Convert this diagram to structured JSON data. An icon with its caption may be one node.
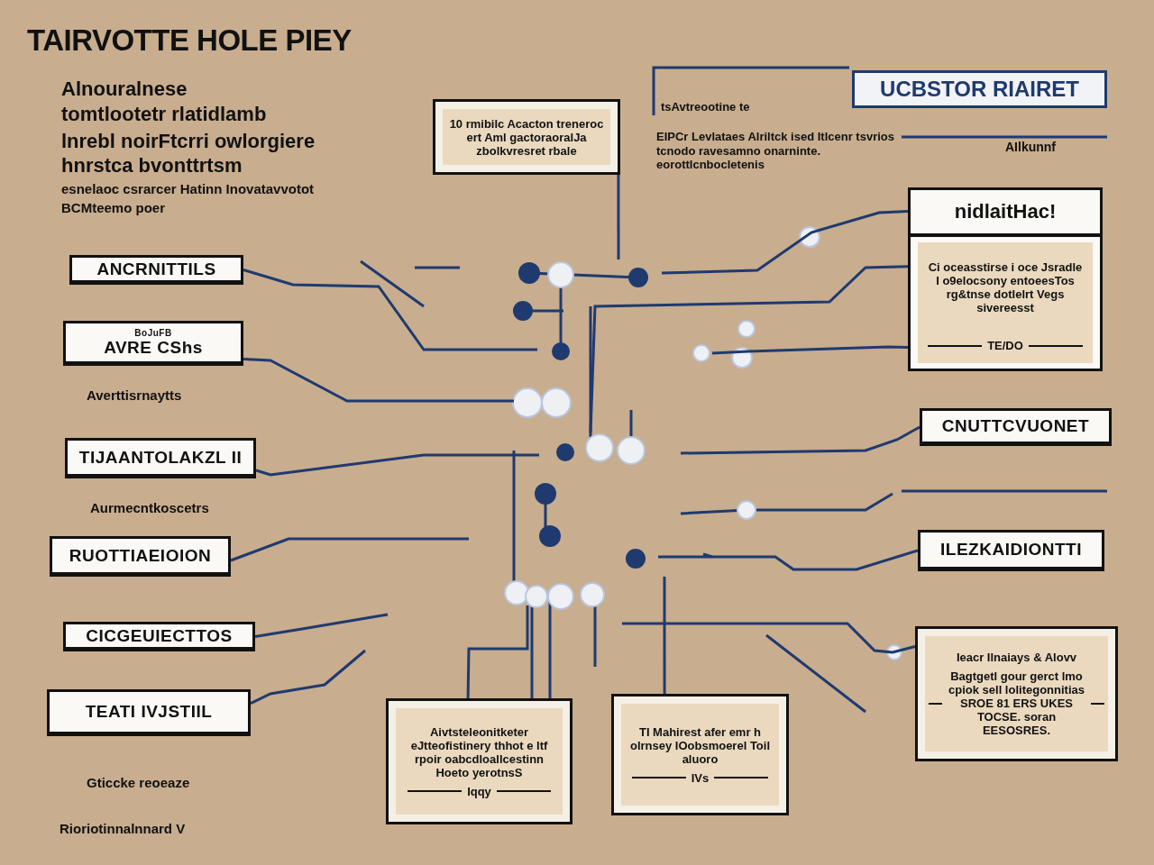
{
  "diagram": {
    "title": "TAIRVOTTE HOLE PIEY",
    "nodes": [
      {
        "text": [
          "10 rmibilc Acacton treneroc ert Aml gactoraoralJa zbolkvresret rbale"
        ]
      },
      {
        "text": [
          "UCBSTOR RIAIRET"
        ]
      },
      {
        "text": [
          "nidlaitHac!",
          "Ci oceasstirse i oce Jsradle I o9elocsony entoeesTos rg&tnse dotlelrt Vegs sivereesst",
          "TE/DO"
        ]
      },
      {
        "text": [
          "CNUTTCVUONET"
        ]
      },
      {
        "text": [
          "ILEZKAIDIONTTI"
        ]
      },
      {
        "text": [
          "Ieacr Ilnaiays & Alovv",
          "Bagtgetl gour gerct lmo cpiok sell lolitegonnitias SROE 81 ERS UKES TOCSE. soran EESOSRES."
        ]
      },
      {
        "text": [
          "Aivtsteleonitketer eJtteofistinery thhot e ltf rpoir oabcdloallcestinn Hoeto yerotnsS",
          "Iqqy"
        ]
      },
      {
        "text": [
          "TI Mahirest afer emr h olrnsey IOobsmoerel Toil aluoro",
          "IVs"
        ]
      },
      {
        "text": [
          "ANCRNITTILS"
        ]
      },
      {
        "text": [
          "BoJuFB",
          "AVRE CShs"
        ]
      },
      {
        "text": [
          "TIJAANTOLAKZL II"
        ]
      },
      {
        "text": [
          "RUOTTIAEIOION"
        ]
      },
      {
        "text": [
          "CICGEUIECTTOS"
        ]
      },
      {
        "text": [
          "TEATI IVJSTIIL"
        ]
      }
    ],
    "edges": [
      {
        "from": 8,
        "to": null,
        "arrow": "none"
      },
      {
        "from": 9,
        "to": null,
        "arrow": "none"
      },
      {
        "from": 10,
        "to": null,
        "arrow": "none"
      },
      {
        "from": 11,
        "to": null,
        "arrow": "none"
      },
      {
        "from": 12,
        "to": null,
        "arrow": "none"
      },
      {
        "from": 13,
        "to": null,
        "arrow": "none"
      },
      {
        "from": 0,
        "to": null,
        "arrow": "none"
      },
      {
        "from": 2,
        "to": null,
        "arrow": "none"
      },
      {
        "from": 2,
        "to": null,
        "arrow": "none"
      },
      {
        "from": 2,
        "to": null,
        "arrow": "none"
      },
      {
        "from": 3,
        "to": null,
        "arrow": "none"
      },
      {
        "from": 4,
        "to": null,
        "arrow": "none"
      },
      {
        "from": 5,
        "to": null,
        "arrow": "none"
      },
      {
        "from": 6,
        "to": null,
        "arrow": "none"
      },
      {
        "from": 7,
        "to": null,
        "arrow": "none"
      }
    ],
    "labels": [
      "Alnouralnese",
      "tomtlootetr rlatidlamb",
      "lnrebl noirFtcrri owlorgiere",
      "hnrstca bvonttrtsm",
      "esnelaoc csrarcer Hatinn Inovatavvotot",
      "BCMteemo poer",
      "tsAvtreootine te",
      "EIPCr Levlataes Alriltck ised Itlcenr tsvrios tcnodo ravesamno onarninte. eorottlcnbocletenis",
      "AIlkunnf",
      "Averttisrnaytts",
      "Aurmecntkoscetrs",
      "Gticcke reoeaze",
      "Rioriotinnalnnard V"
    ]
  }
}
